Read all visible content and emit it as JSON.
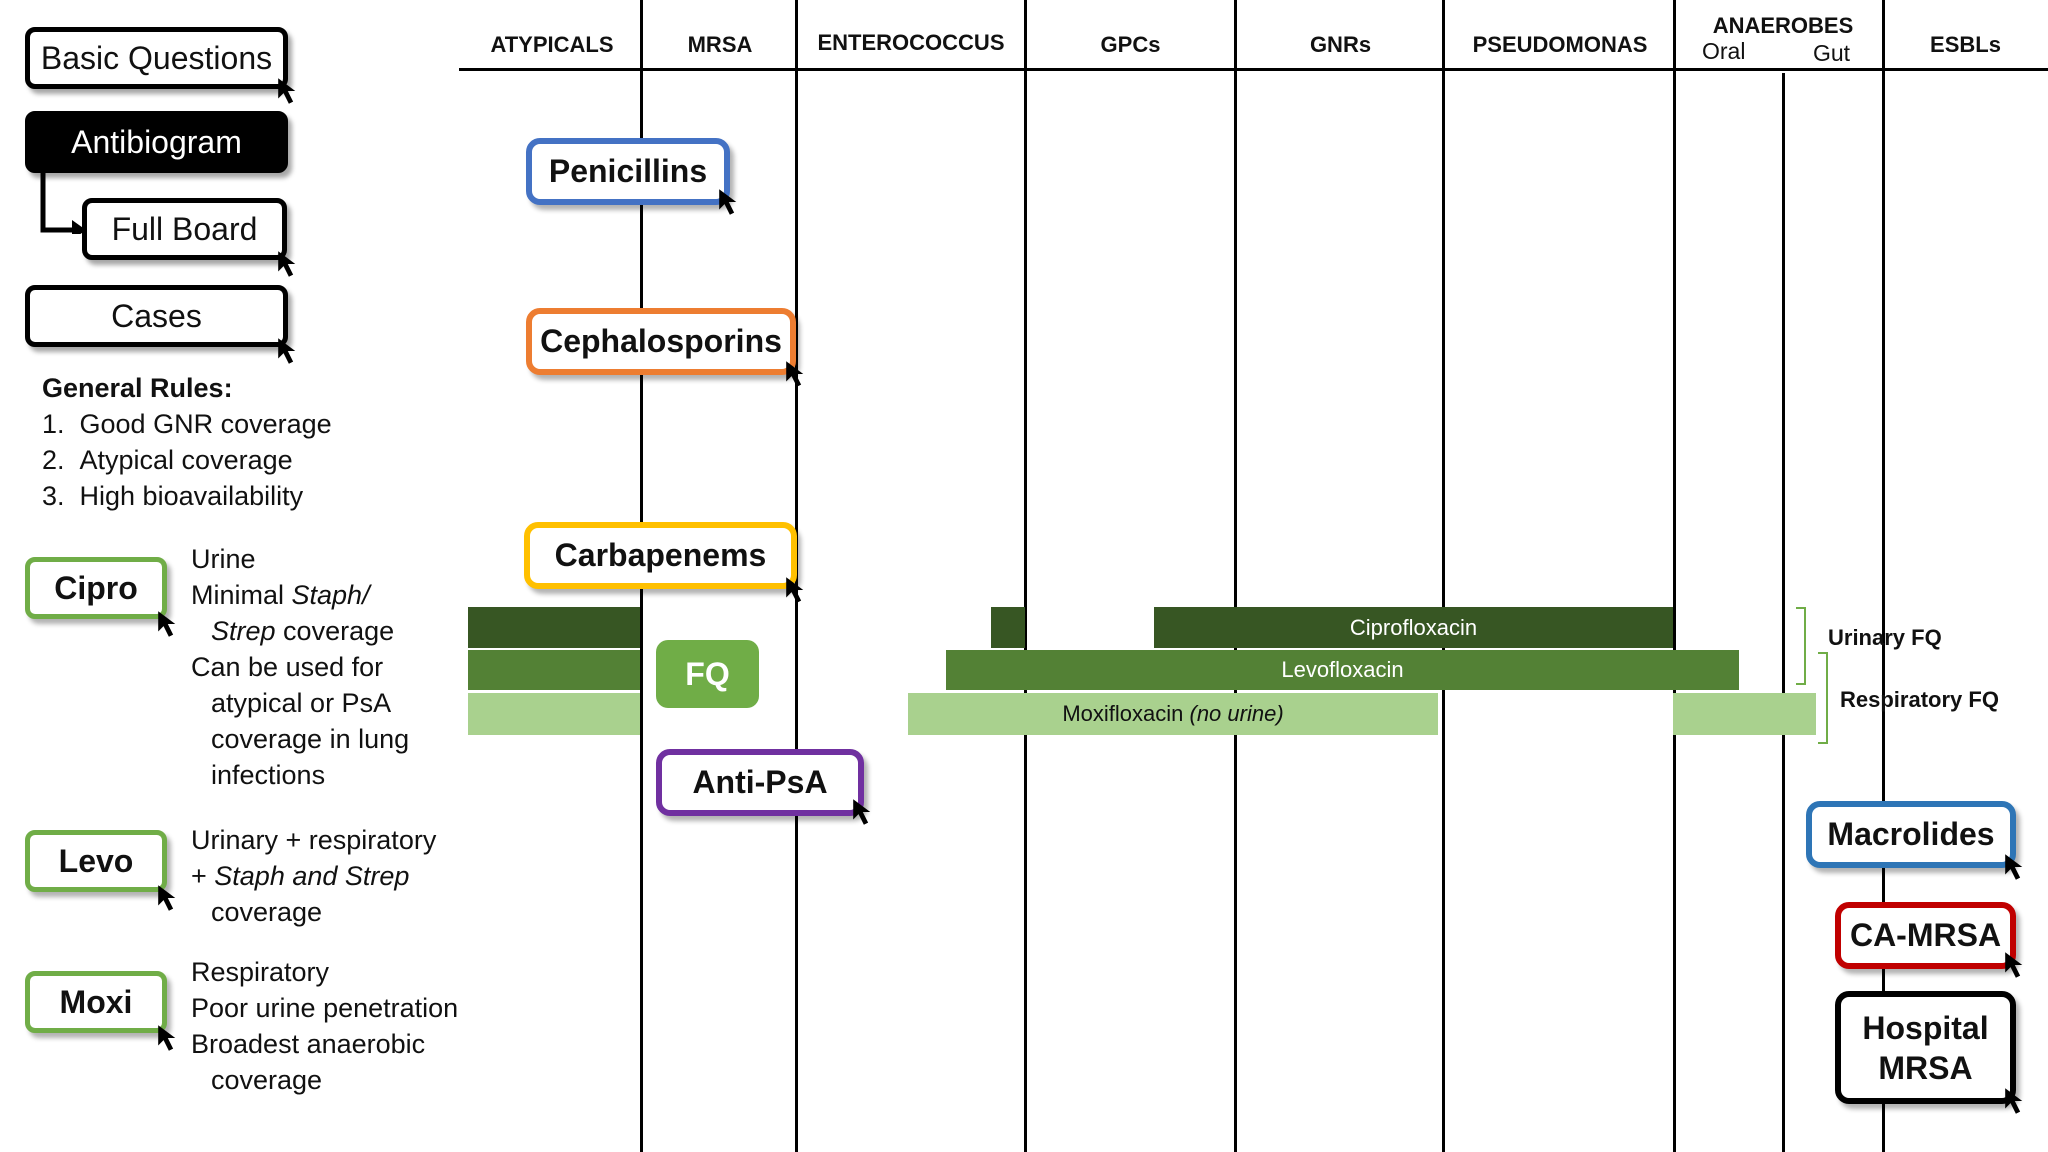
{
  "nav": {
    "basic_questions": "Basic Questions",
    "antibiogram": "Antibiogram",
    "full_board": "Full Board",
    "cases": "Cases"
  },
  "rules": {
    "heading": "General Rules:",
    "items": [
      "1.  Good GNR coverage",
      "2.  Atypical coverage",
      "3.  High bioavailability"
    ]
  },
  "columns": {
    "atypicals": "ATYPICALS",
    "mrsa": "MRSA",
    "enterococcus": "ENTEROCOCCUS",
    "gpcs": "GPCs",
    "gnrs": "GNRs",
    "pseudomonas": "PSEUDOMONAS",
    "anaerobes": "ANAEROBES",
    "oral": "Oral",
    "gut": "Gut",
    "esbls": "ESBLs"
  },
  "drug_classes": {
    "penicillins": "Penicillins",
    "cephalosporins": "Cephalosporins",
    "carbapenems": "Carbapenems",
    "fq": "FQ",
    "anti_psa": "Anti-PsA",
    "macrolides": "Macrolides",
    "ca_mrsa": "CA-MRSA",
    "hospital_mrsa_1": "Hospital",
    "hospital_mrsa_2": "MRSA"
  },
  "bars": {
    "cipro": "Ciprofloxacin",
    "levo": "Levofloxacin",
    "moxi_name": "Moxifloxacin",
    "moxi_note": "(no urine)"
  },
  "brackets": {
    "urinary": "Urinary FQ",
    "respiratory": "Respiratory FQ"
  },
  "drugs": {
    "cipro": {
      "label": "Cipro",
      "l1": "Urine",
      "l2a": "Minimal ",
      "l2b": "Staph/",
      "l3a": "Strep",
      "l3b": " coverage",
      "l4": "Can be used for",
      "l5": "atypical or PsA",
      "l6": "coverage in lung",
      "l7": "infections"
    },
    "levo": {
      "label": "Levo",
      "l1": "Urinary + respiratory",
      "l2a": "+ ",
      "l2b": "Staph and Strep",
      "l3": "coverage"
    },
    "moxi": {
      "label": "Moxi",
      "l1": "Respiratory",
      "l2": "Poor urine penetration",
      "l3": "Broadest anaerobic",
      "l4": "coverage"
    }
  },
  "colors": {
    "penicillins": "#4472c4",
    "cephalosporins": "#ed7d31",
    "carbapenems": "#ffc000",
    "anti_psa": "#7030a0",
    "macrolides": "#2e75b6",
    "ca_mrsa": "#c00000",
    "fq": "#70ad47",
    "cipro_bar": "#375623",
    "levo_bar": "#538135",
    "moxi_bar": "#a9d18e"
  }
}
